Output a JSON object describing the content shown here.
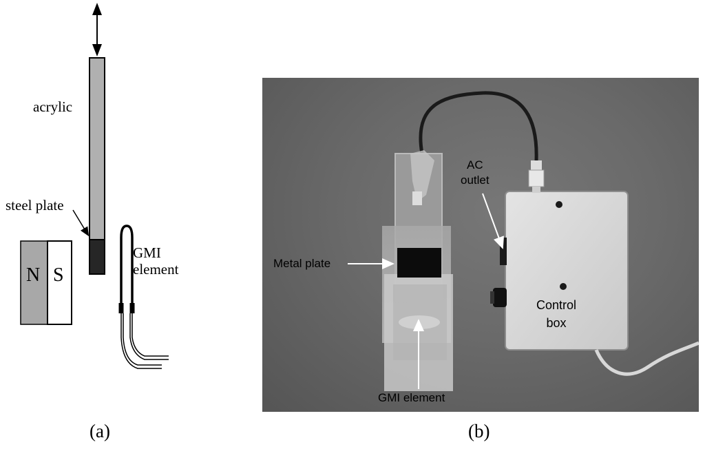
{
  "panel_a": {
    "labels": {
      "acrylic": "acrylic",
      "steel_plate": "steel plate",
      "gmi_element": "GMI element",
      "magnet_n": "N",
      "magnet_s": "S"
    },
    "caption": "(a)"
  },
  "panel_b": {
    "labels": {
      "metal_plate": "Metal plate",
      "gmi_element": "GMI element",
      "ac_outlet_line1": "AC",
      "ac_outlet_line2": "outlet",
      "control_box_line1": "Control",
      "control_box_line2": "box"
    },
    "caption": "(b)"
  }
}
